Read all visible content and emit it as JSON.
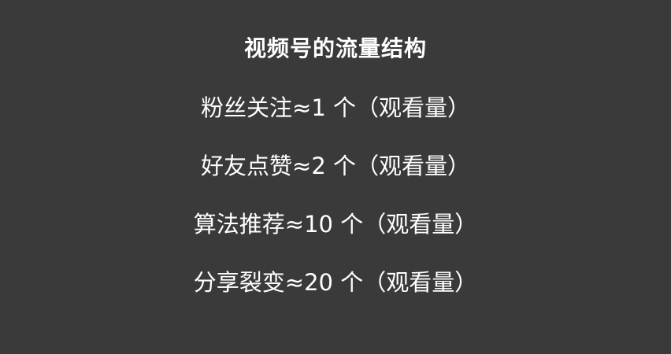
{
  "slide": {
    "title": "视频号的流量结构",
    "lines": [
      "粉丝关注≈1 个（观看量）",
      "好友点赞≈2 个（观看量）",
      "算法推荐≈10 个（观看量）",
      "分享裂变≈20 个（观看量）"
    ]
  },
  "colors": {
    "background": "#3a3a3a",
    "text": "#ffffff"
  }
}
